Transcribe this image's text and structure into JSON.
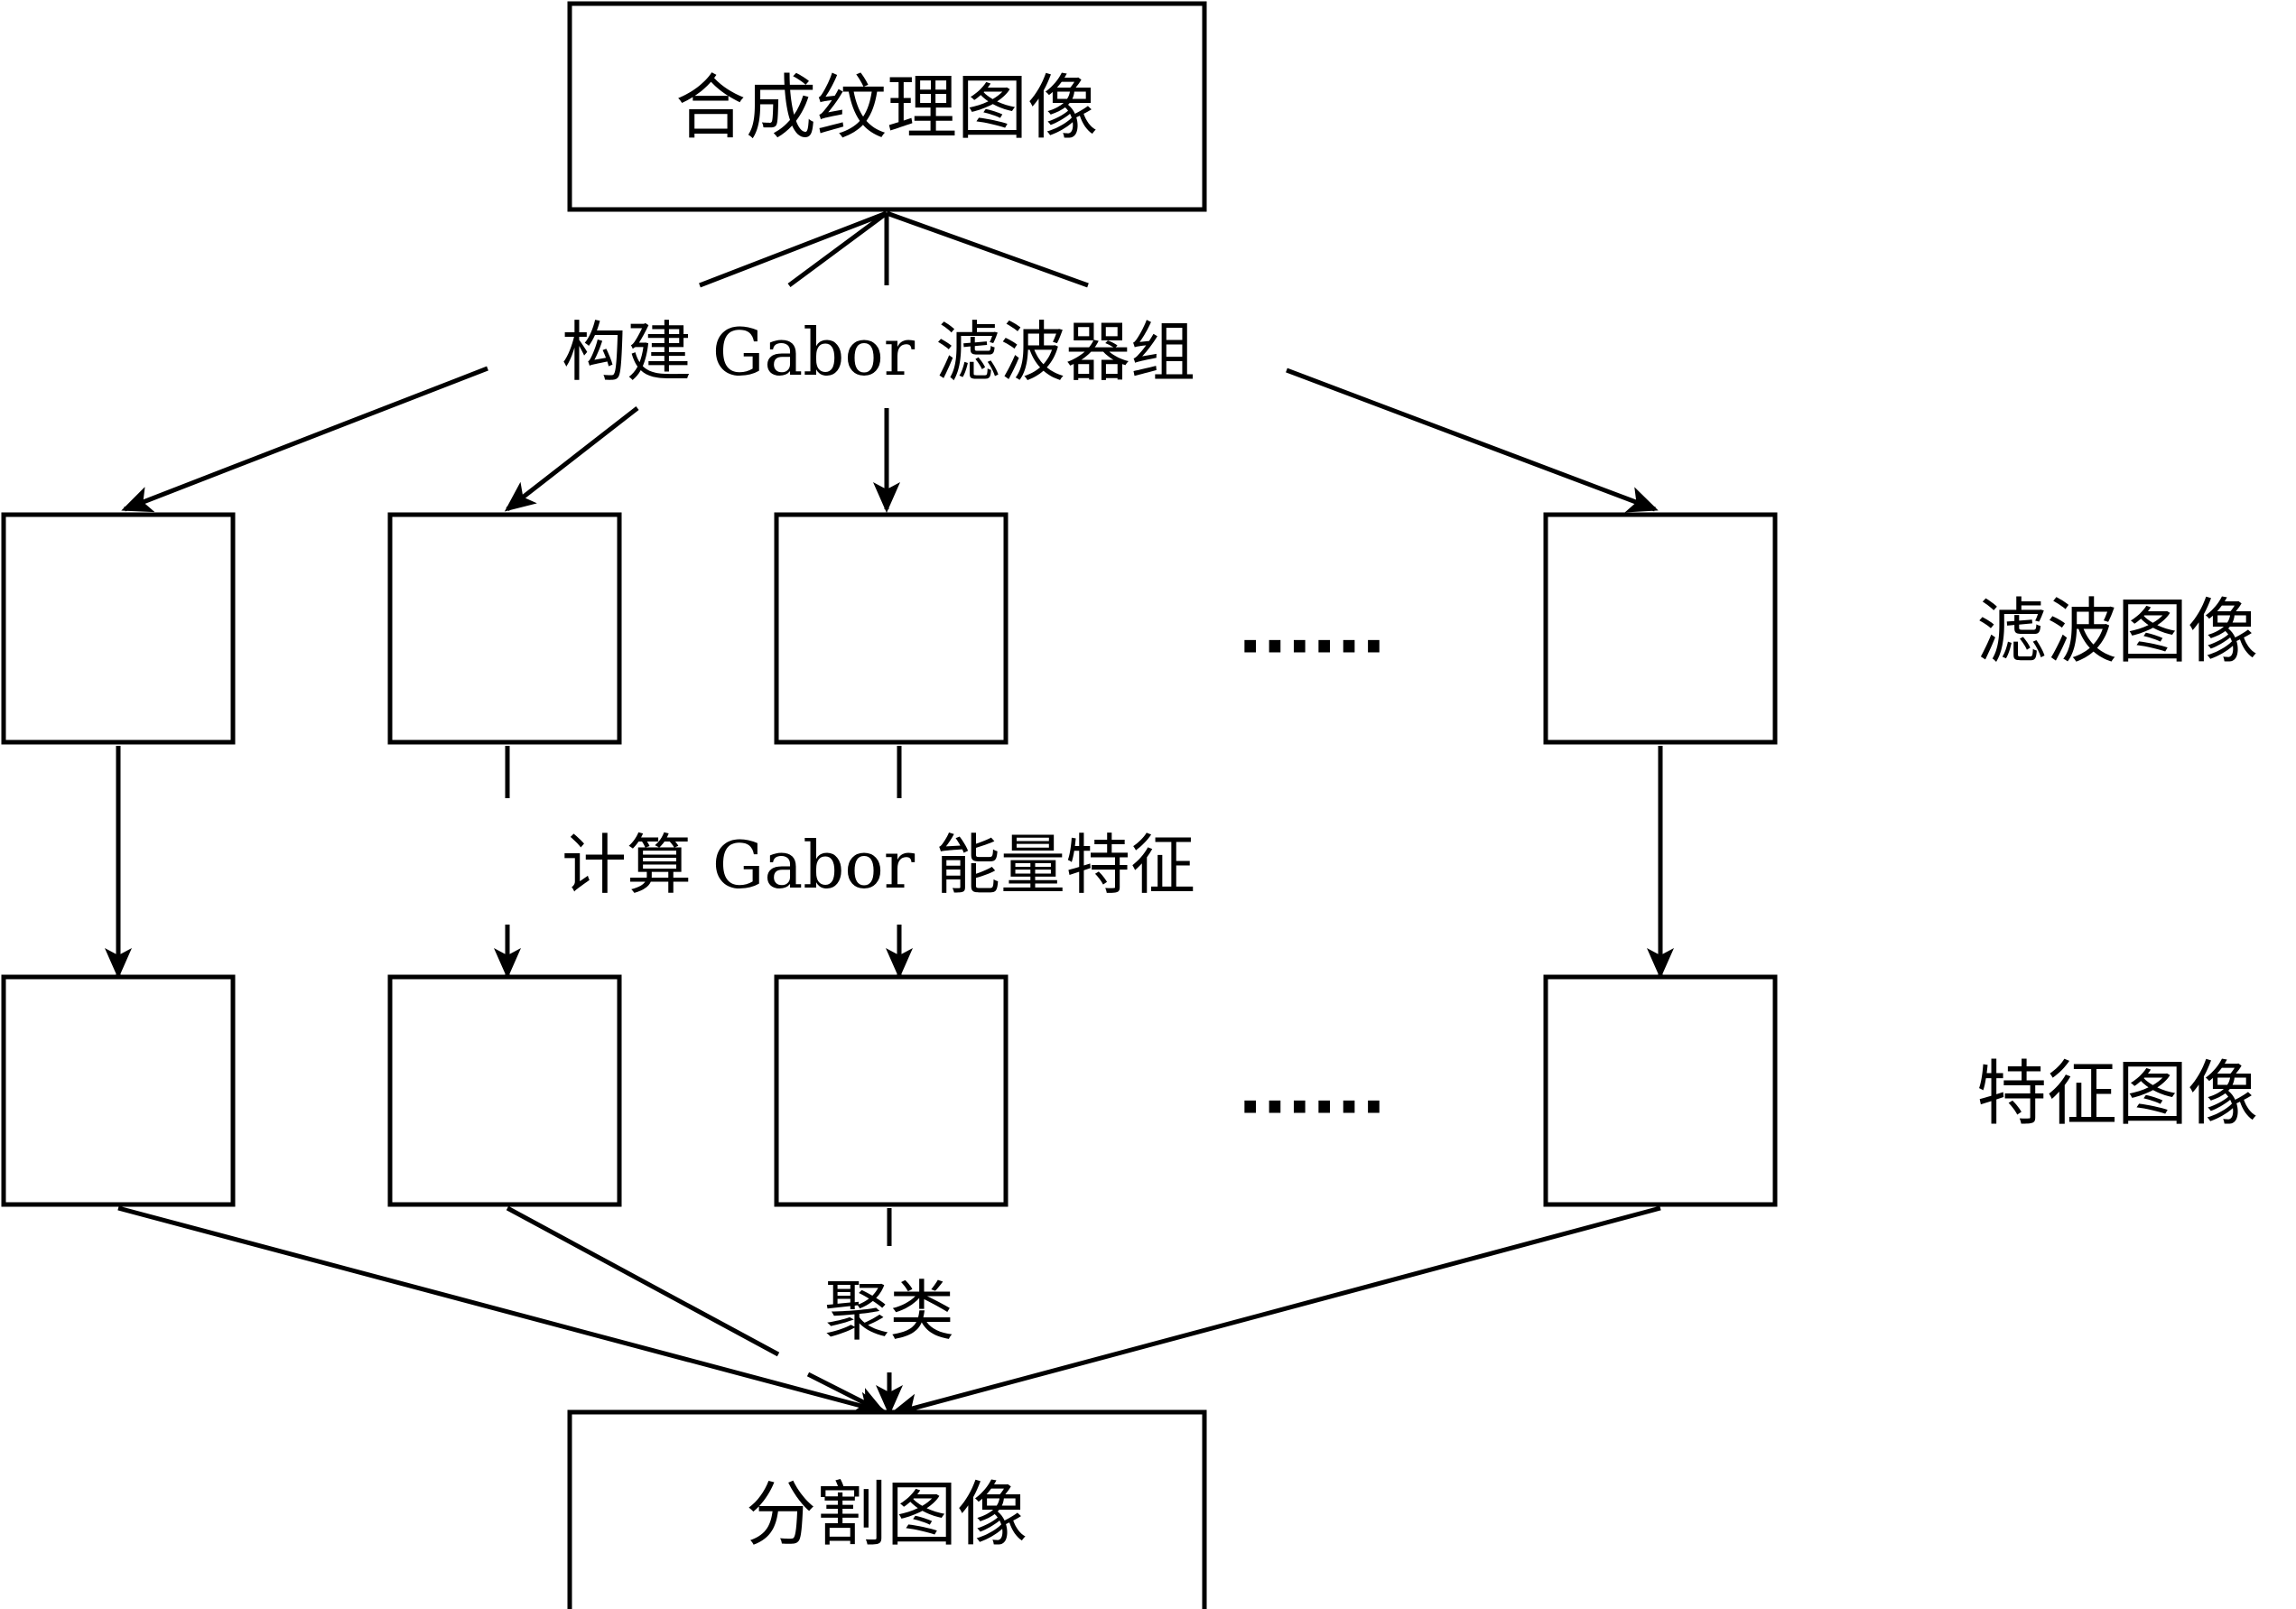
{
  "nodes": {
    "input": "合成纹理图像",
    "output": "分割图像"
  },
  "steps": {
    "filter_bank": "构建 Gabor 滤波器组",
    "energy": "计算 Gabor 能量特征",
    "cluster": "聚类"
  },
  "row_labels": {
    "filtered": "滤波图像",
    "feature": "特征图像"
  },
  "ellipsis": {
    "filtered": "······",
    "feature": "······"
  }
}
